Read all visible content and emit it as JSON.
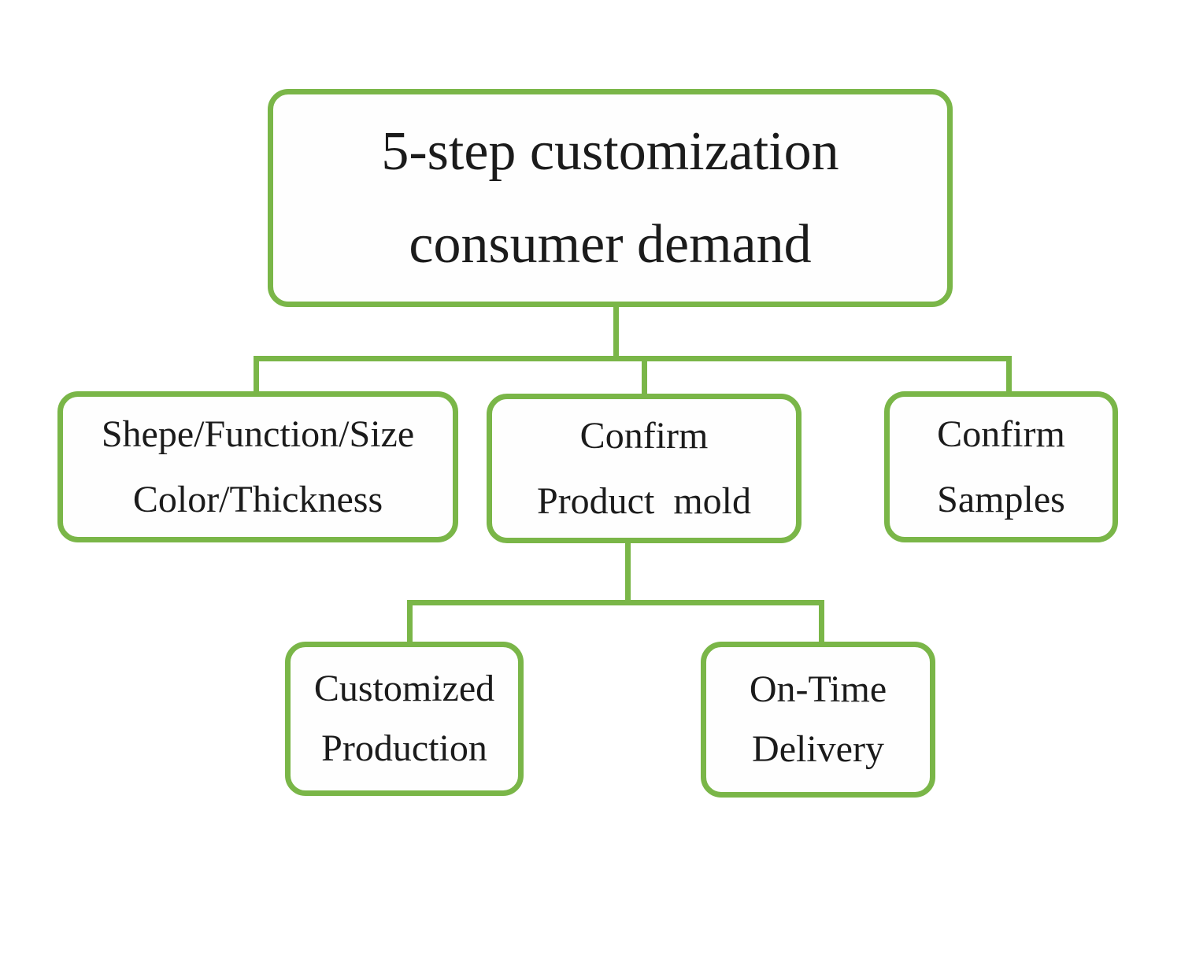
{
  "diagram": {
    "accent_color": "#7ab648",
    "text_color": "#1b1b1b",
    "background_color": "#ffffff",
    "nodes": {
      "root": {
        "line1": "5-step customization",
        "line2": "consumer demand"
      },
      "spec": {
        "line1": "Shepe/Function/Size",
        "line2": "Color/Thickness"
      },
      "mold": {
        "line1": "Confirm",
        "line2": "Product  mold"
      },
      "samples": {
        "line1": "Confirm",
        "line2": "Samples"
      },
      "production": {
        "line1": "Customized",
        "line2": "Production"
      },
      "delivery": {
        "line1": "On-Time",
        "line2": "Delivery"
      }
    }
  }
}
